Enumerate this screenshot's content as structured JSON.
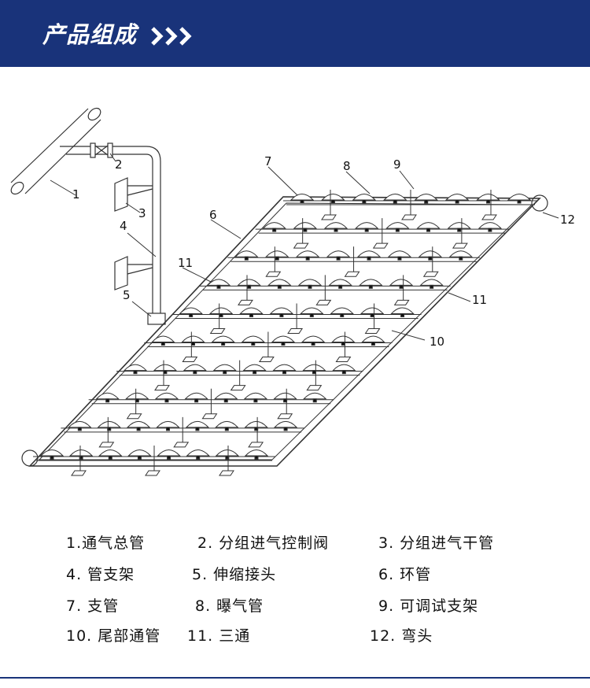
{
  "header": {
    "title": "产品组成",
    "arrows_icon": "triple-chevron-right",
    "color": "#19337a"
  },
  "diagram": {
    "callouts": [
      "1",
      "2",
      "3",
      "4",
      "5",
      "6",
      "7",
      "8",
      "9",
      "10",
      "11",
      "11",
      "12"
    ]
  },
  "legend": [
    {
      "label": "1.通气总管"
    },
    {
      "label": "2. 分组进气控制阀"
    },
    {
      "label": "3. 分组进气干管"
    },
    {
      "label": "4. 管支架"
    },
    {
      "label": "5. 伸缩接头"
    },
    {
      "label": "6. 环管"
    },
    {
      "label": "7. 支管"
    },
    {
      "label": "8. 曝气管"
    },
    {
      "label": "9. 可调试支架"
    },
    {
      "label": "10. 尾部通管"
    },
    {
      "label": "11. 三通"
    },
    {
      "label": "12. 弯头"
    }
  ]
}
